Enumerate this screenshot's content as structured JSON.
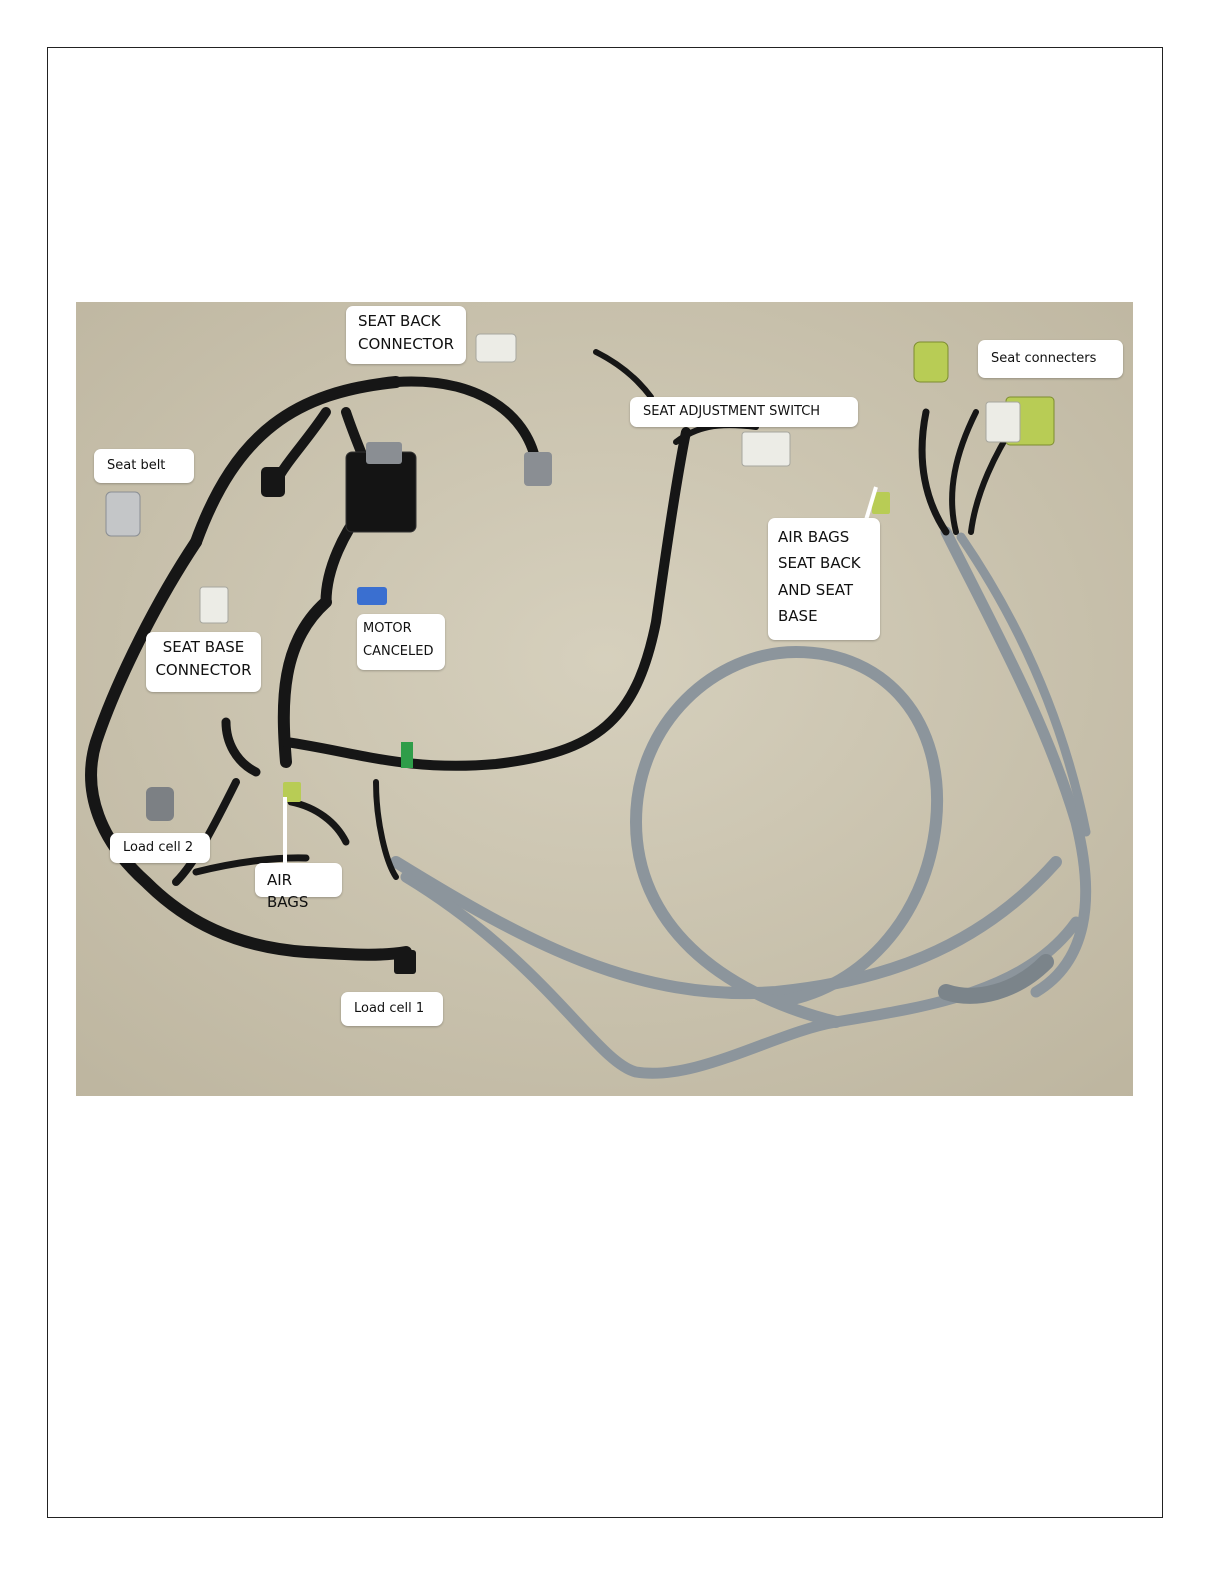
{
  "labels": {
    "seat_back_connector": "SEAT BACK\nCONNECTOR",
    "seat_connecters": "Seat connecters",
    "seat_adjustment_switch": "SEAT ADJUSTMENT SWITCH",
    "seat_belt": "Seat belt",
    "air_bags_seat_back_and_base": "AIR BAGS\nSEAT BACK\nAND SEAT\nBASE",
    "seat_base_connector": "SEAT BASE\nCONNECTOR",
    "motor_canceled": "MOTOR\nCANCELED",
    "load_cell_2": "Load cell 2",
    "air_bags": "AIR BAGS",
    "load_cell_1": "Load cell 1"
  },
  "colors": {
    "backdrop": "#cfc8b4",
    "harness_black": "#161616",
    "gray_cable": "#8c959c",
    "connector_green": "#b8cc55",
    "connector_blue": "#3a6fd0",
    "connector_white": "#ecece6",
    "connector_gray": "#8a8e93"
  }
}
